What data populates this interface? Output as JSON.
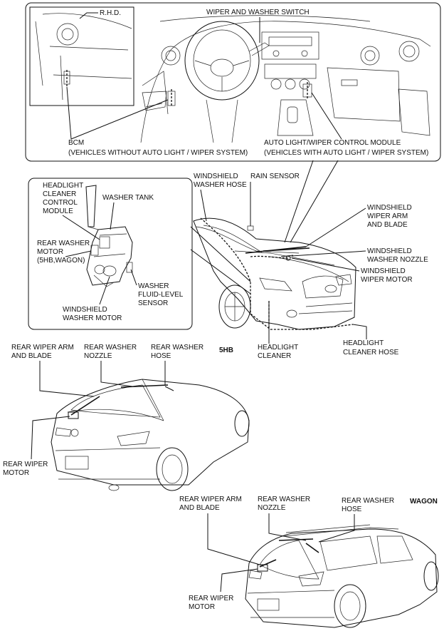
{
  "labels": {
    "rhd": "R.H.D.",
    "wiper_washer_switch": "WIPER AND WASHER SWITCH",
    "bcm_1": "BCM",
    "bcm_2": "(VEHICLES WITHOUT AUTO LIGHT / WIPER SYSTEM)",
    "auto_module_1": "AUTO LIGHT/WIPER CONTROL MODULE",
    "auto_module_2": "(VEHICLES WITH AUTO LIGHT / WIPER SYSTEM)",
    "headlight_cleaner_control_module": [
      "HEADLIGHT",
      "CLEANER",
      "CONTROL",
      "MODULE"
    ],
    "washer_tank": "WASHER TANK",
    "rear_washer_motor_inset": [
      "REAR WASHER",
      "MOTOR",
      "(5HB,WAGON)"
    ],
    "washer_fluid_level_sensor": [
      "WASHER",
      "FLUID-LEVEL",
      "SENSOR"
    ],
    "windshield_washer_motor": [
      "WINDSHIELD",
      "WASHER MOTOR"
    ],
    "windshield_washer_hose": [
      "WINDSHIELD",
      "WASHER HOSE"
    ],
    "rain_sensor": "RAIN SENSOR",
    "windshield_wiper_arm_blade": [
      "WINDSHIELD",
      "WIPER ARM",
      "AND BLADE"
    ],
    "windshield_washer_nozzle": [
      "WINDSHIELD",
      "WASHER NOZZLE"
    ],
    "windshield_wiper_motor": [
      "WINDSHIELD",
      "WIPER MOTOR"
    ],
    "headlight_cleaner": [
      "HEADLIGHT",
      "CLEANER"
    ],
    "headlight_cleaner_hose": [
      "HEADLIGHT",
      "CLEANER HOSE"
    ],
    "hb_rear_wiper_arm": [
      "REAR WIPER ARM",
      "AND BLADE"
    ],
    "hb_rear_washer_nozzle": [
      "REAR WASHER",
      "NOZZLE"
    ],
    "hb_rear_washer_hose": [
      "REAR WASHER",
      "HOSE"
    ],
    "hb_tag": "5HB",
    "hb_rear_wiper_motor": [
      "REAR WIPER",
      "MOTOR"
    ],
    "wg_rear_wiper_arm": [
      "REAR WIPER ARM",
      "AND BLADE"
    ],
    "wg_rear_washer_nozzle": [
      "REAR WASHER",
      "NOZZLE"
    ],
    "wg_rear_washer_hose": [
      "REAR WASHER",
      "HOSE"
    ],
    "wg_tag": "WAGON",
    "wg_rear_wiper_motor": [
      "REAR WIPER",
      "MOTOR"
    ]
  }
}
